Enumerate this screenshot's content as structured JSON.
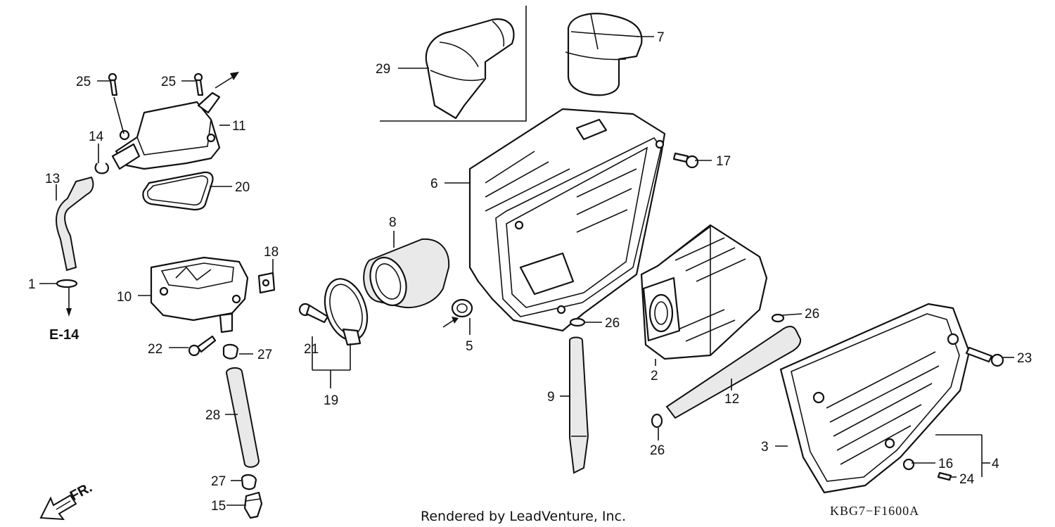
{
  "labels": {
    "l1": "1",
    "l2": "2",
    "l3": "3",
    "l4": "4",
    "l5": "5",
    "l6": "6",
    "l7": "7",
    "l8": "8",
    "l9": "9",
    "l10": "10",
    "l11": "11",
    "l12": "12",
    "l13": "13",
    "l14": "14",
    "l15": "15",
    "l16": "16",
    "l17": "17",
    "l18": "18",
    "l19": "19",
    "l20": "20",
    "l21": "21",
    "l22": "22",
    "l23": "23",
    "l24": "24",
    "l25a": "25",
    "l25b": "25",
    "l26a": "26",
    "l26b": "26",
    "l26c": "26",
    "l27a": "27",
    "l27b": "27",
    "l28": "28",
    "l29": "29"
  },
  "reference": "E-14",
  "front_marker": "FR.",
  "credit": "Rendered by LeadVenture, Inc.",
  "diagram_code": "KBG7−F1600A"
}
